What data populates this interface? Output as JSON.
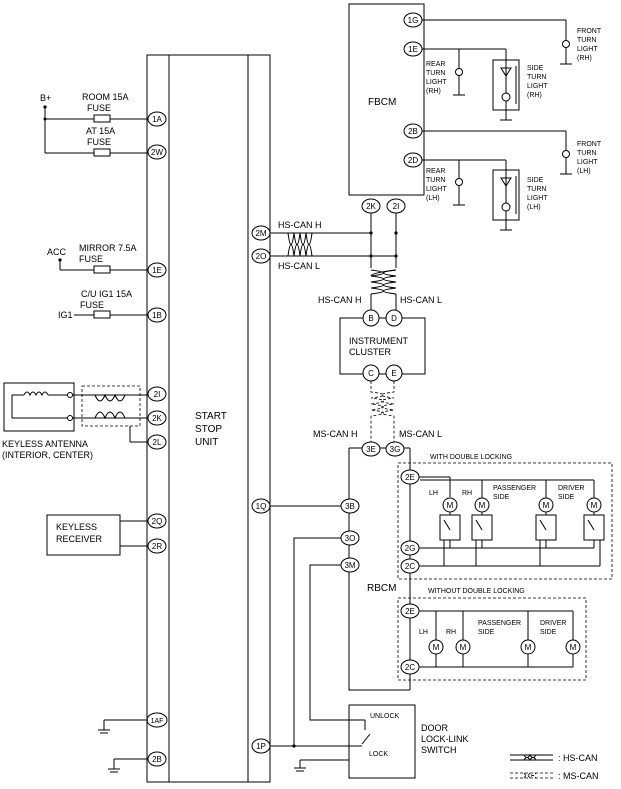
{
  "power": {
    "bplus": "B+",
    "acc": "ACC",
    "ig1": "IG1"
  },
  "fuses": {
    "room_name": "ROOM 15A",
    "at_name": "AT 15A",
    "mirror_name": "MIRROR 7.5A",
    "cu_name": "C/U IG1 15A",
    "fuse_word": "FUSE"
  },
  "ssu": {
    "line1": "START",
    "line2": "STOP",
    "line3": "UNIT",
    "pins": [
      "1A",
      "2W",
      "1E",
      "1B",
      "2I",
      "2K",
      "2L",
      "2Q",
      "2R",
      "1AF",
      "2B",
      "2M",
      "2O",
      "1Q",
      "1P"
    ]
  },
  "antenna": {
    "line1": "KEYLESS ANTENNA",
    "line2": "(INTERIOR, CENTER)"
  },
  "receiver": {
    "line1": "KEYLESS",
    "line2": "RECEIVER"
  },
  "can": {
    "hs_h": "HS-CAN H",
    "hs_l": "HS-CAN L",
    "ms_h": "MS-CAN H",
    "ms_l": "MS-CAN L"
  },
  "fbcm": {
    "name": "FBCM",
    "pins": [
      "1G",
      "1E",
      "2B",
      "2D",
      "2K",
      "2I"
    ],
    "front_rh": [
      "FRONT",
      "TURN",
      "LIGHT",
      "(RH)"
    ],
    "rear_rh": [
      "REAR",
      "TURN",
      "LIGHT",
      "(RH)"
    ],
    "side_rh": [
      "SIDE",
      "TURN",
      "LIGHT",
      "(RH)"
    ],
    "front_lh": [
      "FRONT",
      "TURN",
      "LIGHT",
      "(LH)"
    ],
    "rear_lh": [
      "REAR",
      "TURN",
      "LIGHT",
      "(LH)"
    ],
    "side_lh": [
      "SIDE",
      "TURN",
      "LIGHT",
      "(LH)"
    ]
  },
  "cluster": {
    "line1": "INSTRUMENT",
    "line2": "CLUSTER",
    "pins": [
      "B",
      "D",
      "C",
      "E"
    ]
  },
  "rbcm": {
    "name": "RBCM",
    "pins": [
      "3E",
      "3G",
      "3B",
      "3O",
      "3M",
      "2E",
      "2G",
      "2C",
      "2E",
      "2C"
    ]
  },
  "double_locking": {
    "title": "WITH DOUBLE LOCKING",
    "lh": "LH",
    "rh": "RH",
    "passenger": [
      "PASSENGER",
      "SIDE"
    ],
    "driver": [
      "DRIVER",
      "SIDE"
    ],
    "motor": "M"
  },
  "no_double_locking": {
    "title": "WITHOUT DOUBLE LOCKING",
    "lh": "LH",
    "rh": "RH",
    "passenger": [
      "PASSENGER",
      "SIDE"
    ],
    "driver": [
      "DRIVER",
      "SIDE"
    ],
    "motor": "M"
  },
  "door_switch": {
    "unlock": "UNLOCK",
    "lock": "LOCK",
    "line1": "DOOR",
    "line2": "LOCK-LINK",
    "line3": "SWITCH"
  },
  "legend": {
    "hs": ": HS-CAN",
    "ms": ": MS-CAN"
  }
}
